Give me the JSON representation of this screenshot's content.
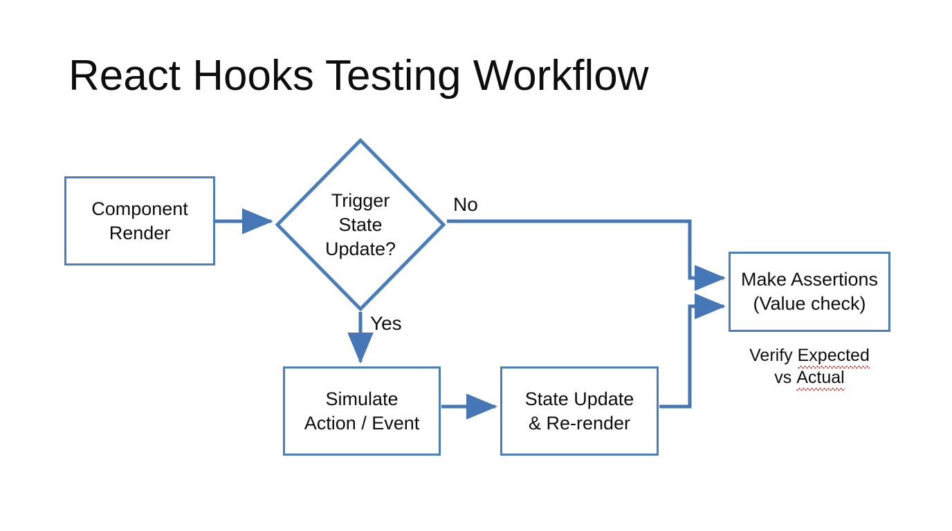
{
  "slide": {
    "title": "React Hooks Testing Workflow",
    "background_color": "#ffffff",
    "accent_color": "#4a7ebb",
    "connector_color": "#4576b5",
    "text_color": "#0d0d0d",
    "spellcheck_color": "#d93025"
  },
  "diagram": {
    "type": "flowchart",
    "nodes": [
      {
        "id": "component-render",
        "shape": "rectangle",
        "label": "Component\nRender"
      },
      {
        "id": "trigger-state-update",
        "shape": "diamond",
        "label": "Trigger\nState\nUpdate?"
      },
      {
        "id": "simulate-action",
        "shape": "rectangle",
        "label": "Simulate\nAction / Event"
      },
      {
        "id": "state-update",
        "shape": "rectangle",
        "label": "State Update\n& Re-render"
      },
      {
        "id": "make-assertions",
        "shape": "rectangle",
        "label": "Make Assertions\n(Value check)"
      }
    ],
    "edges": [
      {
        "id": "render-to-decision",
        "from": "component-render",
        "to": "trigger-state-update",
        "label": ""
      },
      {
        "id": "decision-no",
        "from": "trigger-state-update",
        "to": "make-assertions",
        "label": "No"
      },
      {
        "id": "decision-yes",
        "from": "trigger-state-update",
        "to": "simulate-action",
        "label": "Yes"
      },
      {
        "id": "simulate-to-state",
        "from": "simulate-action",
        "to": "state-update",
        "label": ""
      },
      {
        "id": "state-to-assertions",
        "from": "state-update",
        "to": "make-assertions",
        "label": ""
      }
    ],
    "caption": {
      "line1_prefix": "Verify ",
      "line1_misspelled": "Expected",
      "line2_prefix": "vs ",
      "line2_misspelled": "Actual"
    }
  }
}
